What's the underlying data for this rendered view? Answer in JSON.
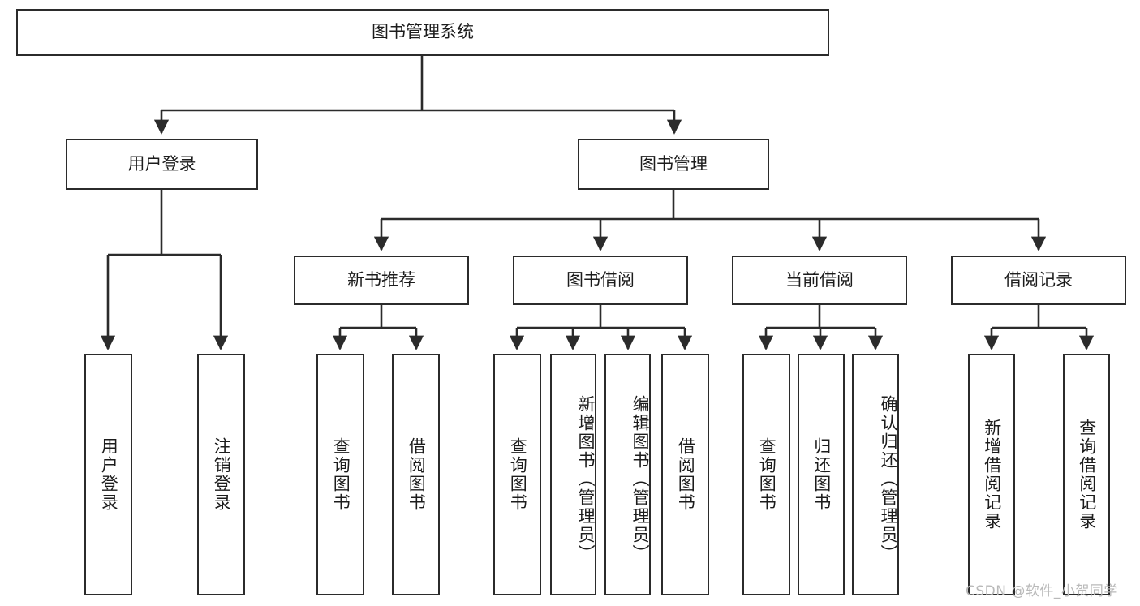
{
  "diagram": {
    "type": "hierarchy-tree",
    "title": "图书管理系统",
    "watermark": "CSDN @软件_小贺同学",
    "colors": {
      "stroke": "#2b2b2b",
      "fill": "#ffffff",
      "text": "#1c1c1c",
      "watermark": "#b9b9b9"
    },
    "nodes": {
      "root": {
        "label": "图书管理系统"
      },
      "level2": [
        {
          "label": "用户登录"
        },
        {
          "label": "图书管理"
        }
      ],
      "level3": [
        {
          "label": "新书推荐"
        },
        {
          "label": "图书借阅"
        },
        {
          "label": "当前借阅"
        },
        {
          "label": "借阅记录"
        }
      ],
      "leaves": {
        "user_login": [
          {
            "label": "用户登录"
          },
          {
            "label": "注销登录"
          }
        ],
        "new_book_recommend": [
          {
            "label": "查询图书"
          },
          {
            "label": "借阅图书"
          }
        ],
        "book_borrow": [
          {
            "label": "查询图书"
          },
          {
            "label": "新增图书（管理员）"
          },
          {
            "label": "编辑图书（管理员）"
          },
          {
            "label": "借阅图书"
          }
        ],
        "current_borrow": [
          {
            "label": "查询图书"
          },
          {
            "label": "归还图书"
          },
          {
            "label": "确认归还（管理员）"
          }
        ],
        "borrow_record": [
          {
            "label": "新增借阅记录"
          },
          {
            "label": "查询借阅记录"
          }
        ]
      }
    }
  }
}
